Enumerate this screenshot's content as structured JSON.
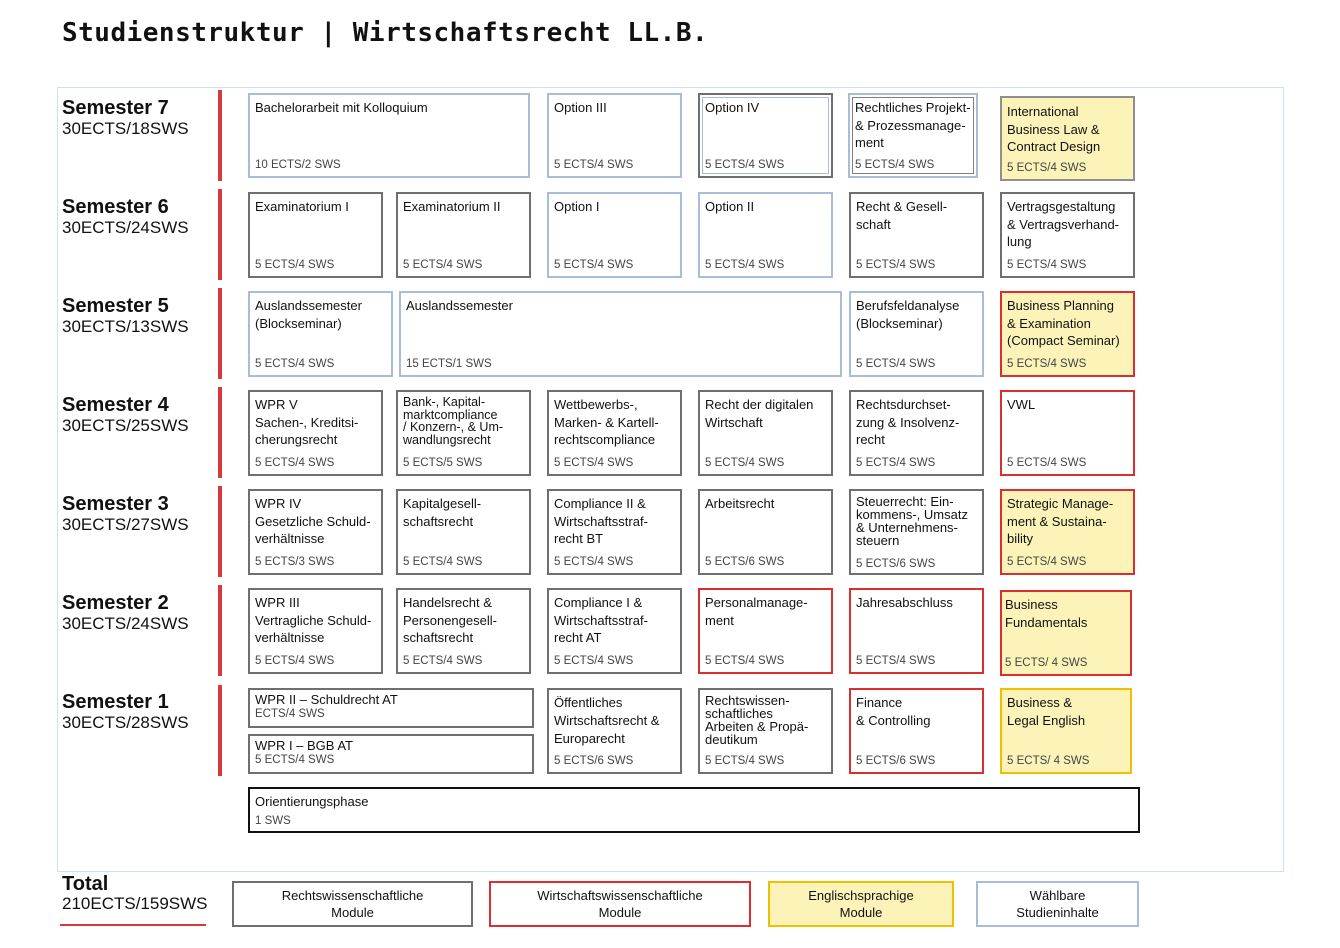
{
  "title": "Studienstruktur | Wirtschaftsrecht LL.B.",
  "semesters": [
    {
      "name": "Semester 7",
      "ects": "30ECTS/18SWS"
    },
    {
      "name": "Semester 6",
      "ects": "30ECTS/24SWS"
    },
    {
      "name": "Semester 5",
      "ects": "30ECTS/13SWS"
    },
    {
      "name": "Semester 4",
      "ects": "30ECTS/25SWS"
    },
    {
      "name": "Semester 3",
      "ects": "30ECTS/27SWS"
    },
    {
      "name": "Semester 2",
      "ects": "30ECTS/24SWS"
    },
    {
      "name": "Semester 1",
      "ects": "30ECTS/28SWS"
    }
  ],
  "modules": {
    "s7_bachelor": {
      "label": "Bachelorarbeit mit Kolloquium",
      "ects": "10 ECTS/2 SWS"
    },
    "s7_opt3": {
      "label": "Option III",
      "ects": "5 ECTS/4 SWS"
    },
    "s7_opt4": {
      "label": "Option IV",
      "ects": "5 ECTS/4 SWS"
    },
    "s7_projekt": {
      "label": "Rechtliches Projekt-\n& Prozessmanage-\nment",
      "ects": "5 ECTS/4 SWS"
    },
    "s7_intl": {
      "label": "International\nBusiness Law &\nContract Design",
      "ects": "5 ECTS/4 SWS"
    },
    "s6_exam1": {
      "label": "Examinatorium I",
      "ects": "5 ECTS/4 SWS"
    },
    "s6_exam2": {
      "label": "Examinatorium II",
      "ects": "5 ECTS/4 SWS"
    },
    "s6_opt1": {
      "label": "Option I",
      "ects": "5 ECTS/4 SWS"
    },
    "s6_opt2": {
      "label": "Option II",
      "ects": "5 ECTS/4 SWS"
    },
    "s6_recht": {
      "label": "Recht & Gesell-\nschaft",
      "ects": "5 ECTS/4 SWS"
    },
    "s6_vertrag": {
      "label": "Vertragsgestaltung\n& Vertragsverhand-\nlung",
      "ects": "5 ECTS/4 SWS"
    },
    "s5_ausland1": {
      "label": "Auslandssemester\n(Blockseminar)",
      "ects": "5 ECTS/4 SWS"
    },
    "s5_ausland2": {
      "label": "Auslandssemester",
      "ects": "15 ECTS/1 SWS"
    },
    "s5_berufsfeld": {
      "label": "Berufsfeldanalyse\n(Blockseminar)",
      "ects": "5 ECTS/4 SWS"
    },
    "s5_planning": {
      "label": "Business Planning\n& Examination\n(Compact Seminar)",
      "ects": "5 ECTS/4 SWS"
    },
    "s4_wpr5": {
      "label": "WPR V\nSachen-, Kreditsi-\ncherungsrecht",
      "ects": "5 ECTS/4 SWS"
    },
    "s4_bank": {
      "label": "Bank-, Kapital-\nmarktcompliance\n/ Konzern-, & Um-\nwandlungsrecht",
      "ects": "5 ECTS/5 SWS"
    },
    "s4_wettbewerb": {
      "label": "Wettbewerbs-,\nMarken- & Kartell-\nrechtscompliance",
      "ects": "5 ECTS/4 SWS"
    },
    "s4_digital": {
      "label": "Recht der digitalen\nWirtschaft",
      "ects": "5 ECTS/4 SWS"
    },
    "s4_insolvenz": {
      "label": "Rechtsdurchset-\nzung & Insolvenz-\nrecht",
      "ects": "5 ECTS/4 SWS"
    },
    "s4_vwl": {
      "label": "VWL",
      "ects": "5 ECTS/4 SWS"
    },
    "s3_wpr4": {
      "label": "WPR IV\nGesetzliche Schuld-\nverhältnisse",
      "ects": "5 ECTS/3 SWS"
    },
    "s3_kapital": {
      "label": "Kapitalgesell-\nschaftsrecht",
      "ects": "5 ECTS/4 SWS"
    },
    "s3_compliance2": {
      "label": "Compliance II &\nWirtschaftsstraf-\nrecht BT",
      "ects": "5 ECTS/4 SWS"
    },
    "s3_arbeit": {
      "label": "Arbeitsrecht",
      "ects": "5 ECTS/6 SWS"
    },
    "s3_steuer": {
      "label": "Steuerrecht: Ein-\nkommens-, Umsatz\n& Unternehmens-\nsteuern",
      "ects": "5 ECTS/6 SWS"
    },
    "s3_strategic": {
      "label": "Strategic Manage-\nment & Sustaina-\nbility",
      "ects": "5 ECTS/4 SWS"
    },
    "s2_wpr3": {
      "label": "WPR III\nVertragliche Schuld-\nverhältnisse",
      "ects": "5 ECTS/4 SWS"
    },
    "s2_handel": {
      "label": "Handelsrecht &\nPersonengesell-\nschaftsrecht",
      "ects": "5 ECTS/4 SWS"
    },
    "s2_compliance1": {
      "label": "Compliance I &\nWirtschaftsstraf-\nrecht AT",
      "ects": "5 ECTS/4 SWS"
    },
    "s2_personal": {
      "label": "Personalmanage-\nment",
      "ects": "5 ECTS/4 SWS"
    },
    "s2_jahres": {
      "label": "Jahresabschluss",
      "ects": "5 ECTS/4 SWS"
    },
    "s2_fundamentals": {
      "label": "Business\nFundamentals",
      "ects": "5 ECTS/ 4 SWS"
    },
    "s1_wpr2": {
      "label": "WPR II – Schuldrecht AT",
      "ects": "ECTS/4 SWS"
    },
    "s1_wpr1": {
      "label": "WPR I – BGB AT",
      "ects": "5 ECTS/4 SWS"
    },
    "s1_oeffentlich": {
      "label": "Öffentliches\nWirtschaftsrecht &\nEuroparecht",
      "ects": "5 ECTS/6 SWS"
    },
    "s1_rechtswiss": {
      "label": "Rechtswissen-\nschaftliches\nArbeiten & Propä-\ndeutikum",
      "ects": "5 ECTS/4 SWS"
    },
    "s1_finance": {
      "label": "Finance\n& Controlling",
      "ects": "5 ECTS/6 SWS"
    },
    "s1_english": {
      "label": "Business &\nLegal English",
      "ects": "5 ECTS/ 4 SWS"
    },
    "orientierung": {
      "label": "Orientierungsphase",
      "ects": "1 SWS"
    }
  },
  "total": {
    "name": "Total",
    "ects": "210ECTS/159SWS"
  },
  "legend": {
    "law": "Rechtswissenschaftliche\nModule",
    "business": "Wirtschaftswissenschaftliche\nModule",
    "english": "Englischsprachige\nModule",
    "elective": "Wählbare\nStudieninhalte"
  },
  "colors": {
    "law": "#6f6f6f",
    "business": "#d92f2f",
    "english_fill": "#fbf3b8",
    "english_border": "#f0c000",
    "elective": "#a9bcdc",
    "semester_bar": "#d63a3a"
  }
}
